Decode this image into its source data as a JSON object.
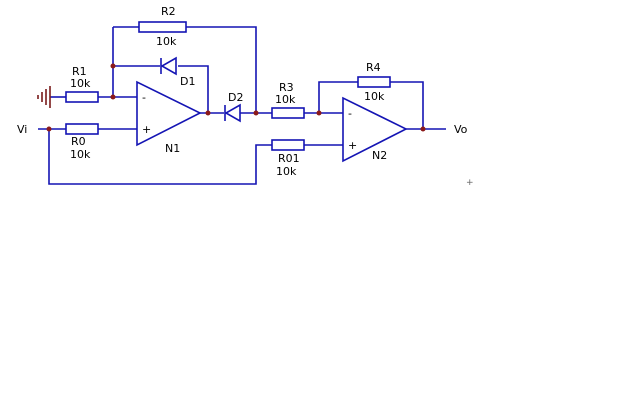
{
  "colors": {
    "wire": "#1414b4",
    "node_dot": "#8b1a1a",
    "ground": "#7a1a1a",
    "text": "#000000",
    "background": "#ffffff"
  },
  "labels": {
    "vi": "Vi",
    "vo": "Vo",
    "r1": {
      "name": "R1",
      "value": "10k"
    },
    "r0": {
      "name": "R0",
      "value": "10k"
    },
    "r2": {
      "name": "R2",
      "value": "10k"
    },
    "r3": {
      "name": "R3",
      "value": "10k"
    },
    "r4": {
      "name": "R4",
      "value": "10k"
    },
    "r01": {
      "name": "R01",
      "value": "10k"
    },
    "d1": "D1",
    "d2": "D2",
    "n1": {
      "name": "N1",
      "minus": "-",
      "plus": "+"
    },
    "n2": {
      "name": "N2",
      "minus": "-",
      "plus": "+"
    },
    "cursor": "+"
  }
}
